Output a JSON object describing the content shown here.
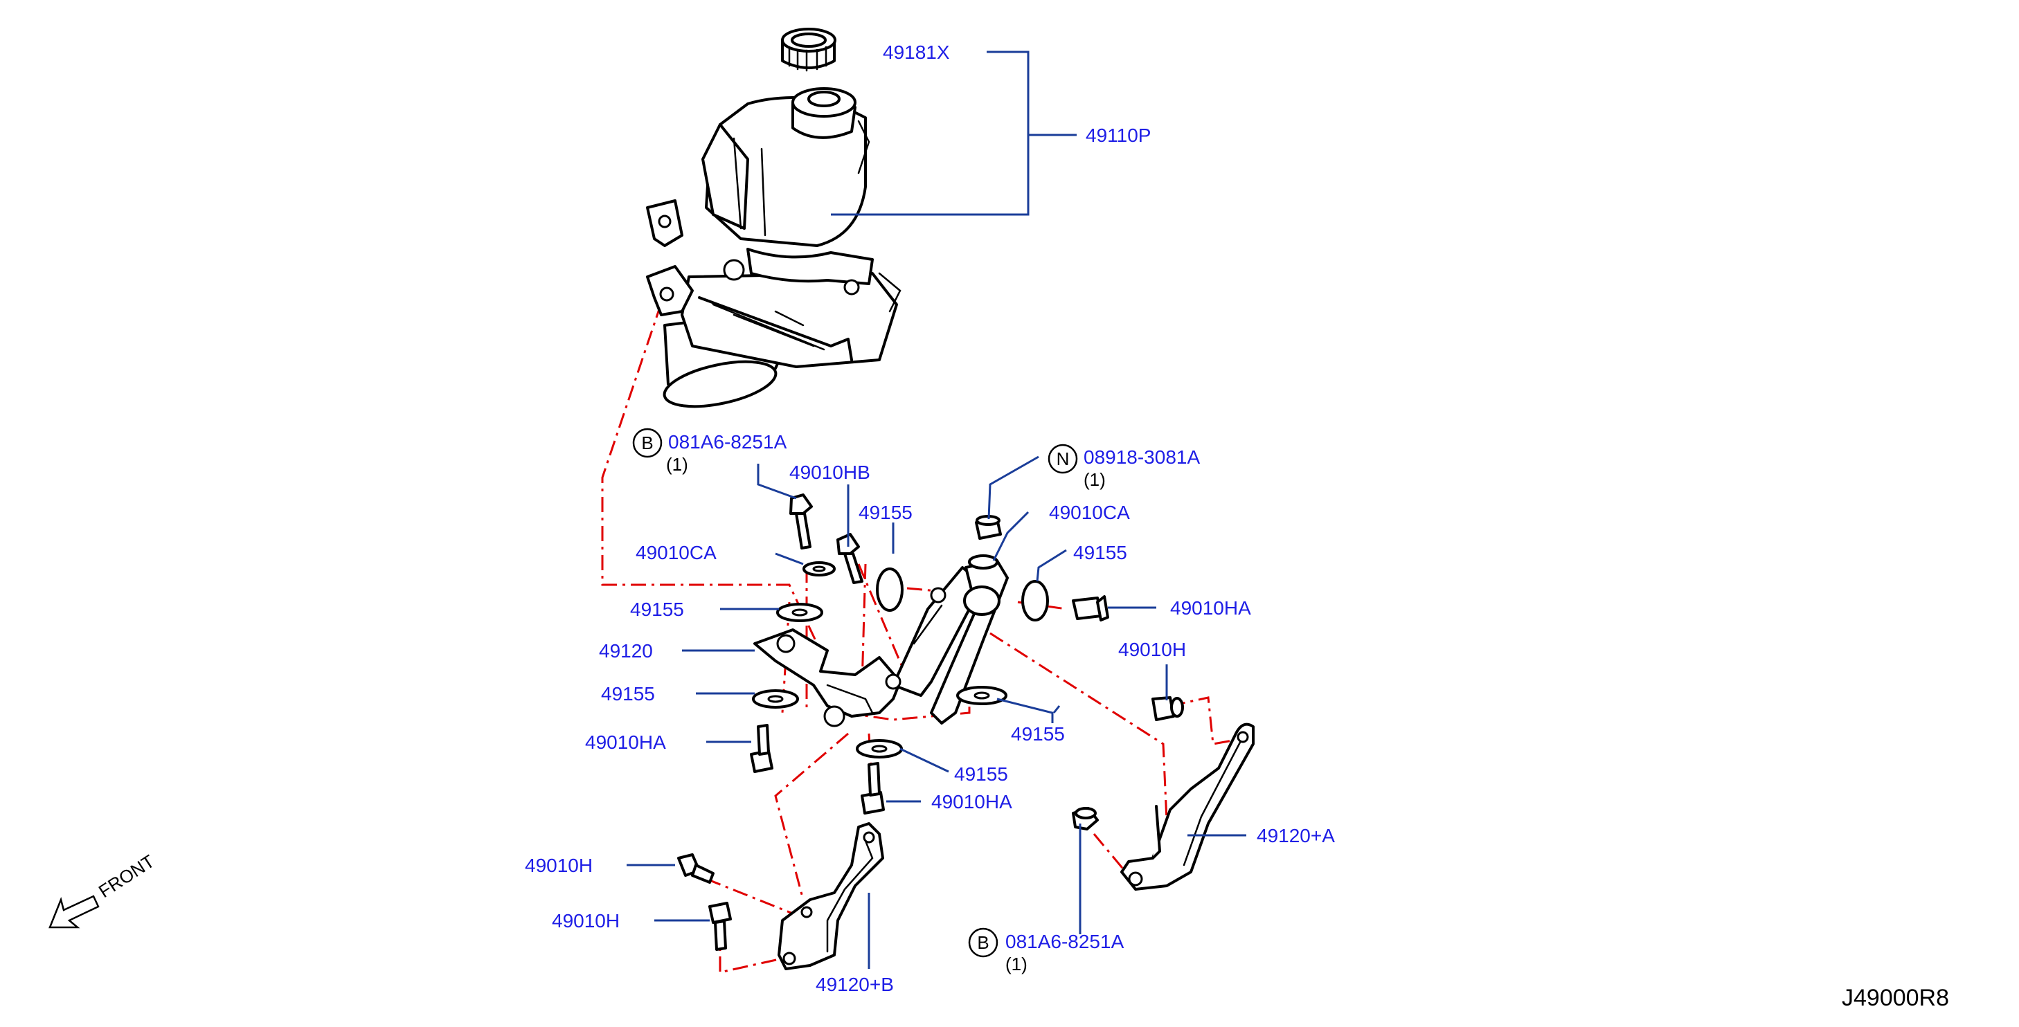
{
  "labels": {
    "cap": "49181X",
    "pump_assembly": "49110P",
    "bolt_b_top": "081A6-8251A",
    "bolt_b_top_qty": "(1)",
    "nut_n": "08918-3081A",
    "nut_n_qty": "(1)",
    "bolt_hb": "49010HB",
    "washer_ca_left": "49010CA",
    "washer_ca_right": "49010CA",
    "ins_155_top_mid": "49155",
    "ins_155_right": "49155",
    "ins_155_left_a": "49155",
    "bracket_main": "49120",
    "ins_155_left_b": "49155",
    "bolt_ha_left": "49010HA",
    "bolt_ha_right": "49010HA",
    "bolt_h_right": "49010H",
    "ins_155_lower_right": "49155",
    "ins_155_lower_mid": "49155",
    "bolt_ha_mid": "49010HA",
    "bracket_a": "49120+A",
    "bolt_h_upper_left": "49010H",
    "bolt_h_lower_left": "49010H",
    "bolt_b_bottom": "081A6-8251A",
    "bolt_b_bottom_qty": "(1)",
    "bracket_b": "49120+B"
  },
  "symbols": {
    "b_top": "B",
    "n": "N",
    "b_bottom": "B"
  },
  "front_label": "FRONT",
  "diagram_code": "J49000R8",
  "colors": {
    "label_text": "#1e1ee6",
    "leader_line": "#1a3d99",
    "dash_line": "#e00000",
    "part_outline": "#000000"
  }
}
